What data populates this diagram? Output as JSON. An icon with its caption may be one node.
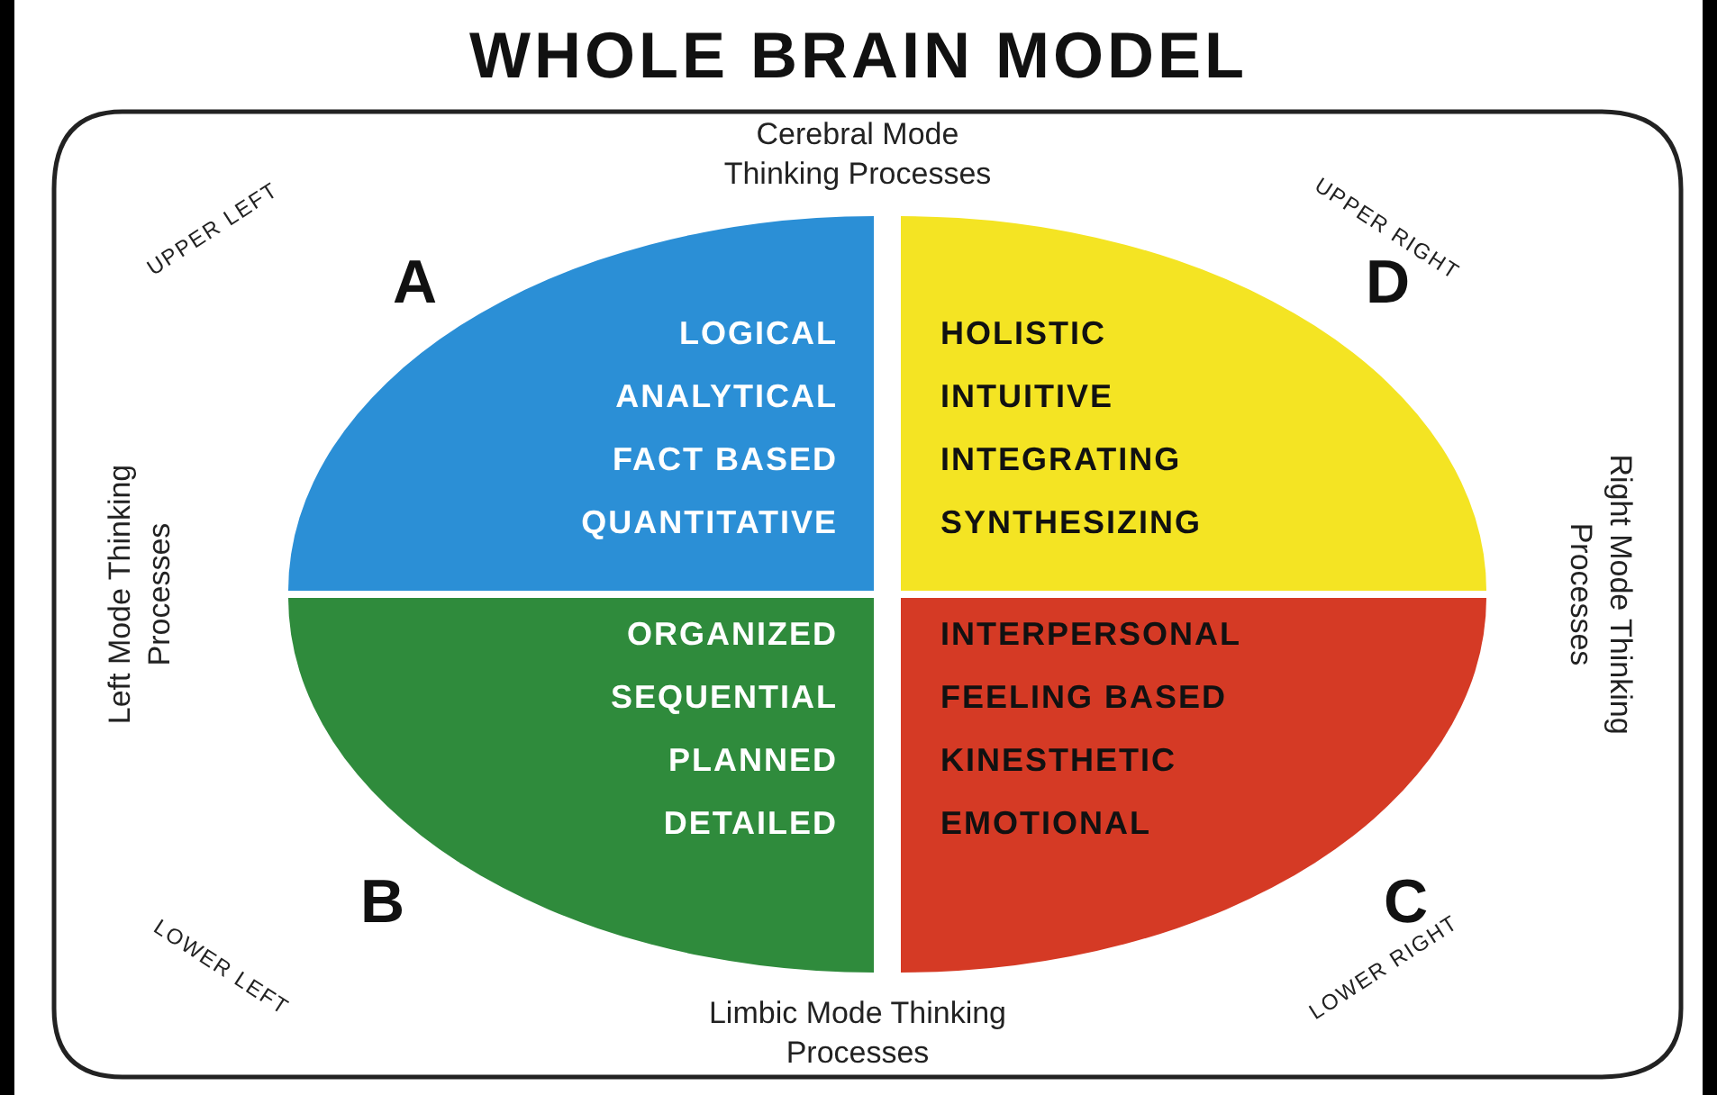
{
  "diagram": {
    "title": "WHOLE BRAIN MODEL",
    "nodes": [
      {
        "text": [
          "A",
          "LOGICAL",
          "ANALYTICAL",
          "FACT BASED",
          "QUANTITATIVE"
        ]
      },
      {
        "text": [
          "D",
          "HOLISTIC",
          "INTUITIVE",
          "INTEGRATING",
          "SYNTHESIZING"
        ]
      },
      {
        "text": [
          "B",
          "ORGANIZED",
          "SEQUENTIAL",
          "PLANNED",
          "DETAILED"
        ]
      },
      {
        "text": [
          "C",
          "INTERPERSONAL",
          "FEELING BASED",
          "KINESTHETIC",
          "EMOTIONAL"
        ]
      }
    ],
    "labels": [
      "Cerebral Mode Thinking Processes",
      "UPPER LEFT",
      "UPPER RIGHT",
      "Left Mode Thinking Processes",
      "Right Mode Thinking Processes",
      "LOWER LEFT",
      "LOWER RIGHT",
      "Limbic Mode Thinking Processes"
    ]
  }
}
